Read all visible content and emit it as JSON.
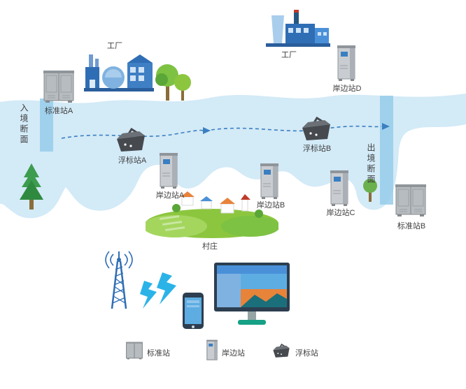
{
  "sections": {
    "entry": "入境断面",
    "exit": "出境断面"
  },
  "factories": {
    "left": "工厂",
    "right": "工厂"
  },
  "stations": {
    "standard_a": "标准站A",
    "standard_b": "标准站B",
    "shore_a": "岸边站A",
    "shore_b": "岸边站B",
    "shore_c": "岸边站C",
    "shore_d": "岸边站D",
    "buoy_a": "浮标站A",
    "buoy_b": "浮标站B"
  },
  "village_label": "村庄",
  "legend": {
    "standard": "标准站",
    "shore": "岸边站",
    "buoy": "浮标站"
  },
  "colors": {
    "river": "#d3eaf7",
    "section_band": "#96cdea",
    "flow_line": "#3a7fc1",
    "factory_blue": "#2f6eb5",
    "green": "#7dc242",
    "cabinet_gray": "#b7bcc0",
    "buoy_dark": "#464a4e",
    "lightning_blue": "#2bb3e8"
  }
}
